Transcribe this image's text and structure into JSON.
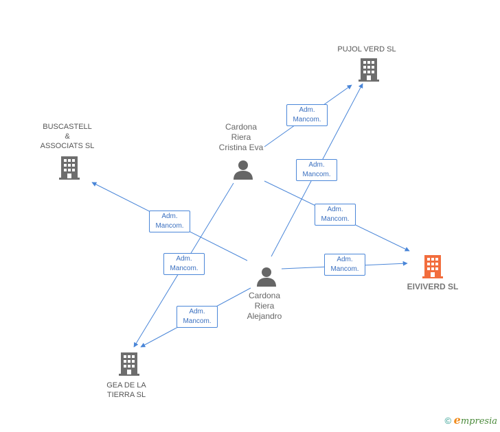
{
  "colors": {
    "edge": "#4a86d8",
    "company": "#6d6d6d",
    "focus_company": "#f26d3d",
    "person": "#666666"
  },
  "nodes": {
    "pujol_verd": {
      "label": "PUJOL VERD SL",
      "icon": "building-icon"
    },
    "buscastell": {
      "label": "BUSCASTELL\n&\nASSOCIATS SL",
      "icon": "building-icon"
    },
    "eiviverd": {
      "label": "EIVIVERD SL",
      "icon": "building-icon"
    },
    "gea": {
      "label": "GEA DE LA\nTIERRA SL",
      "icon": "building-icon"
    },
    "cristina": {
      "label": "Cardona\nRiera\nCristina Eva",
      "icon": "person-icon"
    },
    "alejandro": {
      "label": "Cardona\nRiera\nAlejandro",
      "icon": "person-icon"
    }
  },
  "edges": [
    {
      "from": "cristina",
      "to": "pujol_verd",
      "label": "Adm.\nMancom."
    },
    {
      "from": "alejandro",
      "to": "pujol_verd",
      "label": "Adm.\nMancom."
    },
    {
      "from": "cristina",
      "to": "eiviverd",
      "label": "Adm.\nMancom."
    },
    {
      "from": "alejandro",
      "to": "buscastell",
      "label": "Adm.\nMancom."
    },
    {
      "from": "cristina",
      "to": "gea",
      "label": "Adm.\nMancom."
    },
    {
      "from": "alejandro",
      "to": "eiviverd",
      "label": "Adm.\nMancom."
    },
    {
      "from": "alejandro",
      "to": "gea",
      "label": "Adm.\nMancom."
    }
  ],
  "footer": {
    "copyright": "©",
    "brand_first": "e",
    "brand_rest": "mpresia"
  }
}
